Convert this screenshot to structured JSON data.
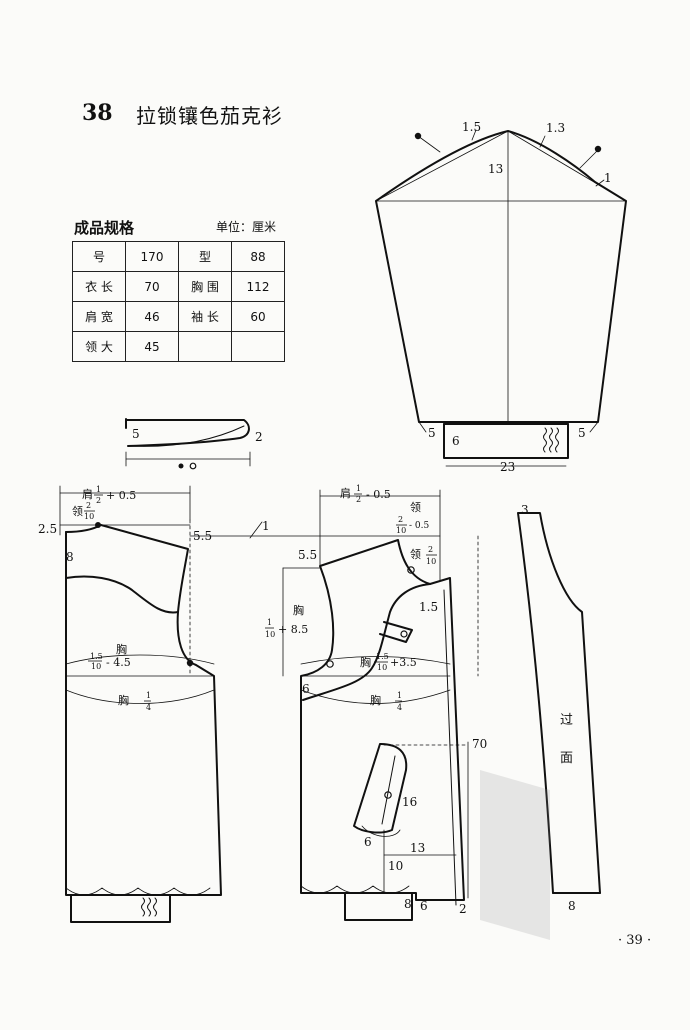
{
  "header": {
    "number": "38",
    "title": "拉锁镶色茄克衫"
  },
  "spec": {
    "title": "成品规格",
    "unit": "单位：厘米",
    "rows": [
      [
        "号",
        "170",
        "型",
        "88"
      ],
      [
        "衣 长",
        "70",
        "胸 围",
        "112"
      ],
      [
        "肩 宽",
        "46",
        "袖 长",
        "60"
      ],
      [
        "领 大",
        "45",
        "",
        ""
      ]
    ]
  },
  "sleeve": {
    "labels": {
      "a": "1.5",
      "b": "1.3",
      "c": "13",
      "d": "1",
      "cuff_left": "5",
      "cuff_right": "5",
      "cuff_h": "6",
      "cuff_w": "23"
    }
  },
  "collar": {
    "h": "5",
    "w": "2"
  },
  "back": {
    "shoulder": "肩",
    "shoulder_frac": {
      "n": "1",
      "d": "2"
    },
    "shoulder_plus": "+ 0.5",
    "neck": "领",
    "neck_frac": {
      "n": "2",
      "d": "10"
    },
    "dim_25": "2.5",
    "dim_8": "8",
    "dim_55": "5.5",
    "dim_1": "1",
    "chest": "胸",
    "chest_frac": {
      "n": "1.5",
      "d": "10"
    },
    "chest_minus": "- 4.5",
    "chest_q": "胸",
    "chest_q_frac": {
      "n": "1",
      "d": "4"
    }
  },
  "front": {
    "shoulder": "肩",
    "shoulder_frac": {
      "n": "1",
      "d": "2"
    },
    "shoulder_minus": "- 0.5",
    "neck_a": "领",
    "neck_a_frac": {
      "n": "2",
      "d": "10"
    },
    "neck_a_minus": "- 0.5",
    "neck_b": "领",
    "neck_b_frac": {
      "n": "2",
      "d": "10"
    },
    "dim_55": "5.5",
    "dim_15": "1.5",
    "dim_6": "6",
    "armhole": "胸",
    "armhole_frac": {
      "n": "1",
      "d": "10"
    },
    "armhole_plus": "+ 8.5",
    "chest": "胸",
    "chest_frac": {
      "n": "1.5",
      "d": "10"
    },
    "chest_plus": "+3.5",
    "chest_q": "胸",
    "chest_q_frac": {
      "n": "1",
      "d": "4"
    },
    "len": "70",
    "pocket_16": "16",
    "pocket_6": "6",
    "pocket_13": "13",
    "pocket_10": "10",
    "hem_8": "8",
    "hem_6": "6",
    "hem_2": "2"
  },
  "facing": {
    "top": "3",
    "label_a": "过",
    "label_b": "面",
    "bottom": "8"
  },
  "page_number": "· 39 ·"
}
